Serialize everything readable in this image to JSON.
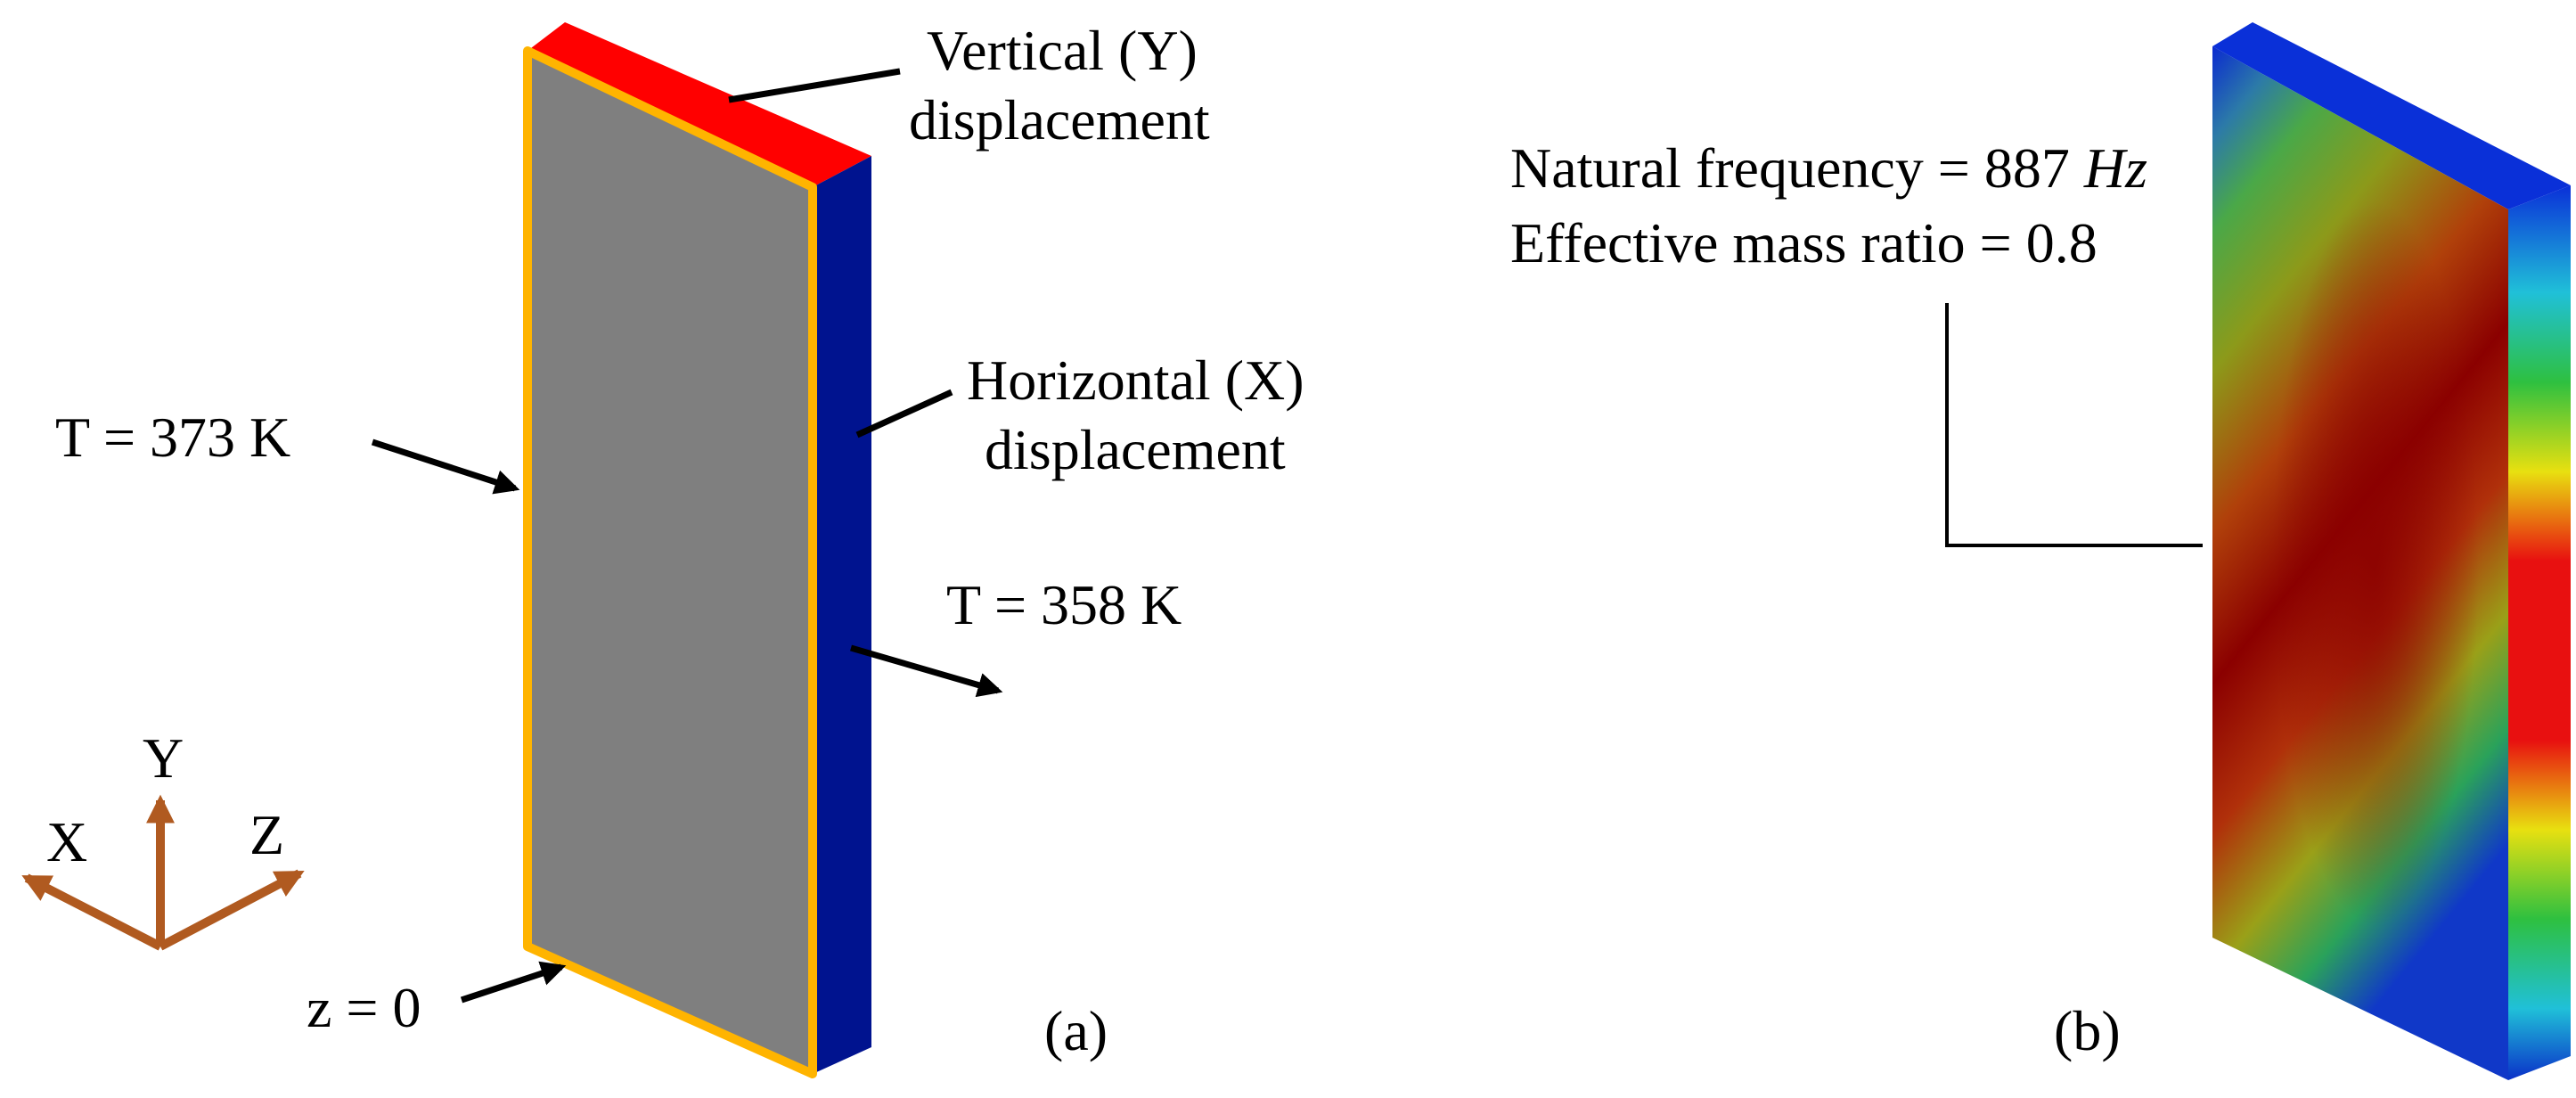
{
  "panel_a": {
    "caption": "(a)",
    "vertical_label_line1": "Vertical (Y)",
    "vertical_label_line2": "displacement",
    "horizontal_label_line1": "Horizontal (X)",
    "horizontal_label_line2": "displacement",
    "hot_side_temperature": "T = 373 K",
    "cold_side_temperature": "T = 358 K",
    "z_origin_label": "z = 0",
    "axes": {
      "x": "X",
      "y": "Y",
      "z": "Z"
    }
  },
  "panel_b": {
    "caption": "(b)",
    "frequency_prefix": "Natural frequency = 887 ",
    "frequency_unit": "Hz",
    "mass_ratio_label": "Effective mass ratio = 0.8"
  },
  "colors": {
    "plate_face": "#7f7f7f",
    "plate_outline": "#ffb400",
    "top_face": "#ff0000",
    "side_face": "#00138f",
    "axis_arrows": "#b05a20",
    "mode_shape_max": "#8b0000",
    "mode_shape_min": "#0000cd"
  },
  "icons": {
    "leader_arrows": "arrow-icon",
    "coordinate_triad": "axes-triad-icon"
  }
}
